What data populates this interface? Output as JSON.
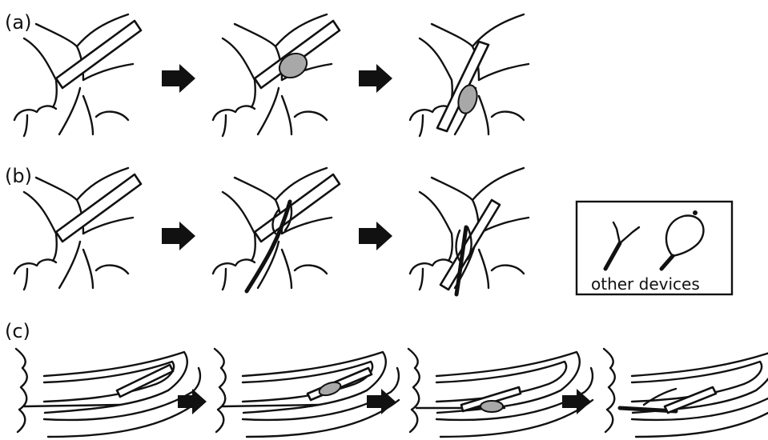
{
  "rows": [
    {
      "label": "(a)"
    },
    {
      "label": "(b)"
    },
    {
      "label": "(c)"
    }
  ],
  "legend": {
    "caption": "other devices",
    "items": [
      "forceps-icon",
      "snare-icon"
    ]
  },
  "colors": {
    "line": "#111111",
    "stone": "#a8a8a8",
    "background": "#ffffff"
  }
}
